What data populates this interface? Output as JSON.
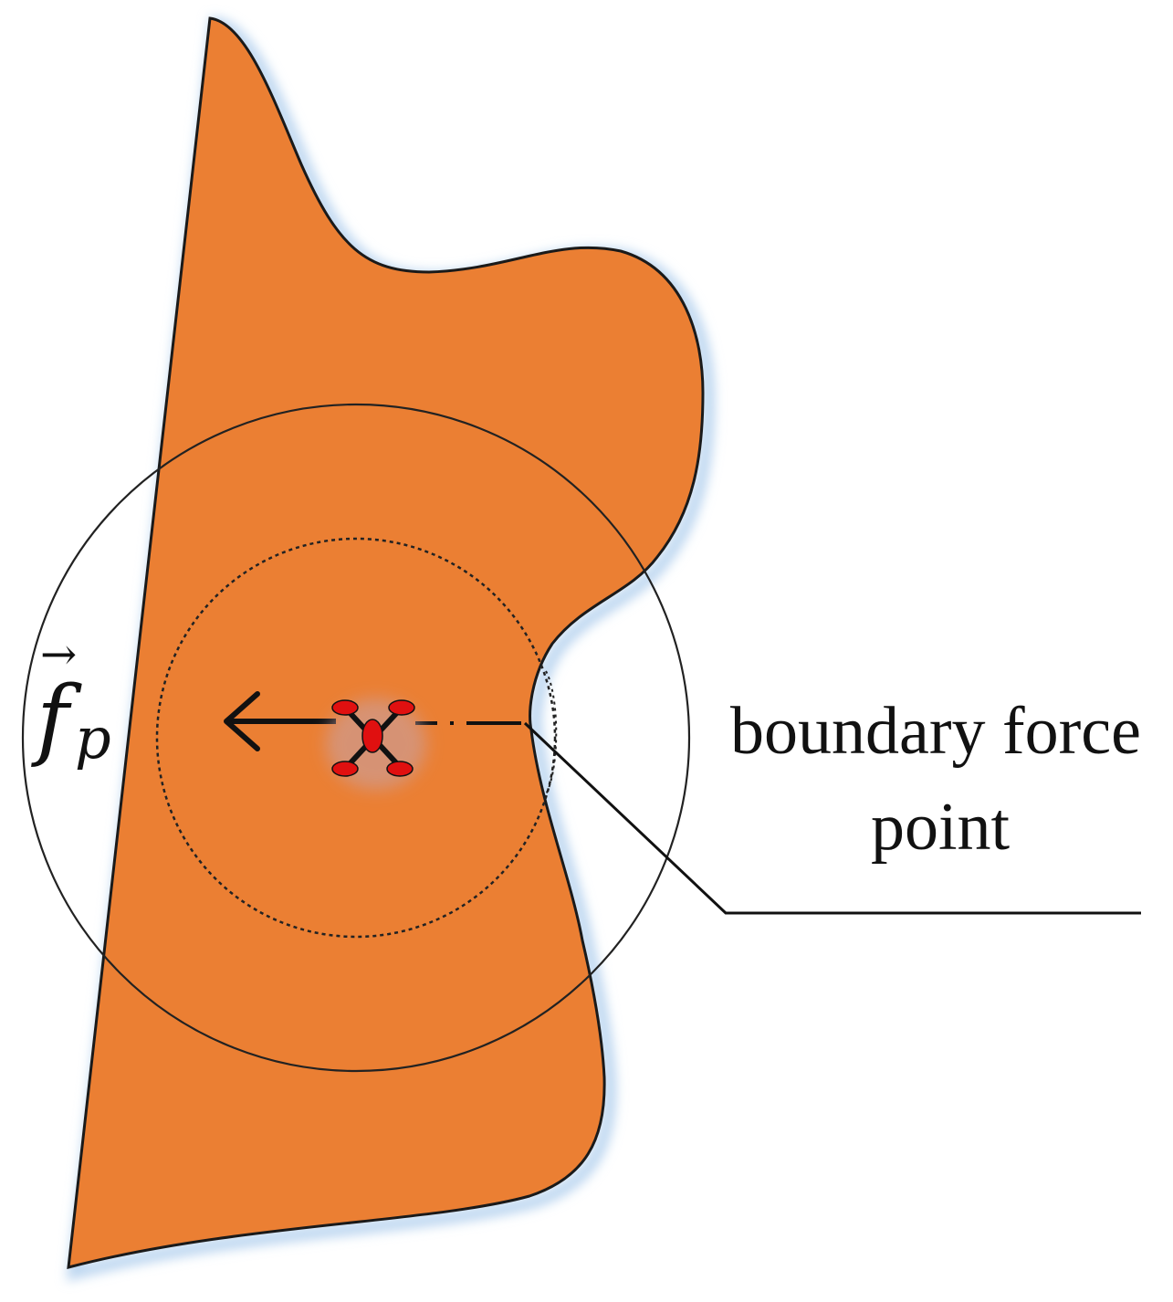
{
  "annotation": {
    "line1": "boundary force",
    "line2": "point"
  },
  "force_vector": {
    "symbol": "f",
    "subscript": "p",
    "arrow_glyph": "→"
  },
  "colors": {
    "region_fill": "#EB7F33",
    "region_stroke": "#1a1a1a",
    "region_glow": "#bcd6f0",
    "drone_red": "#e01010",
    "drone_glow": "#c9a0a0",
    "line": "#111111"
  }
}
